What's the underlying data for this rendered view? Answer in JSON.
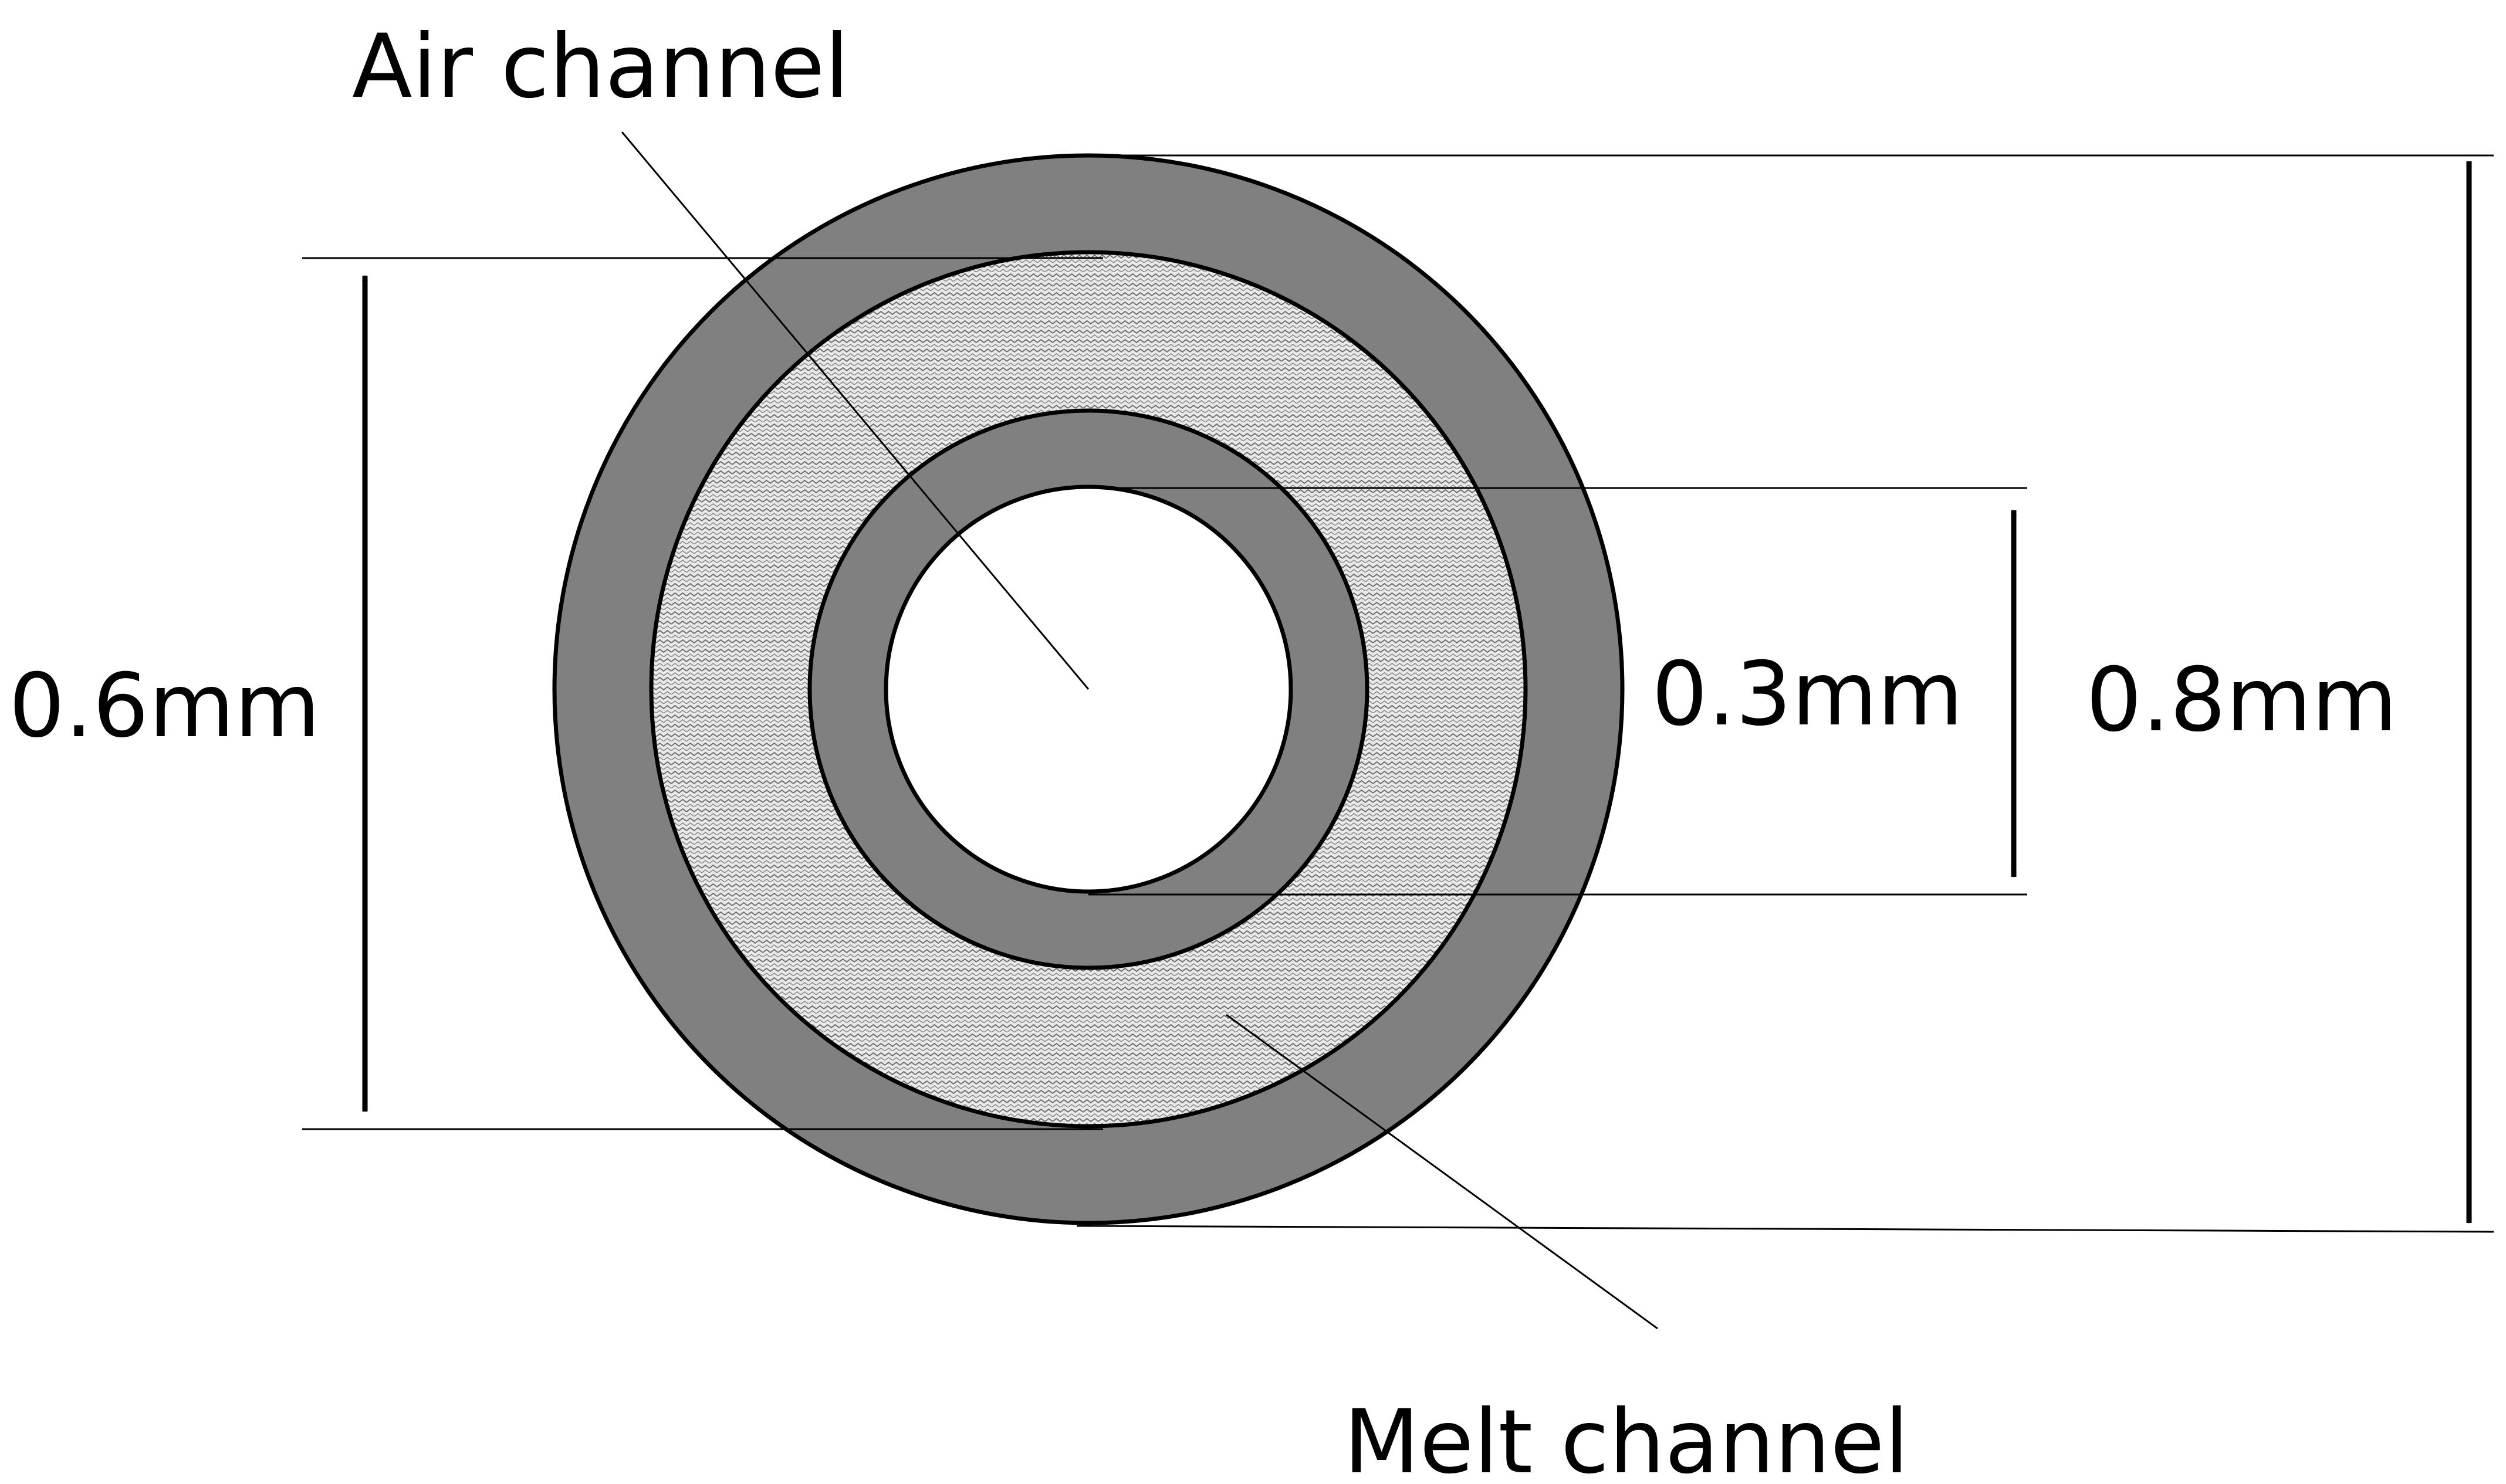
{
  "labels": {
    "air_channel": "Air channel",
    "melt_channel": "Melt channel",
    "dim_melt_diameter": "0.6mm",
    "dim_air_diameter": "0.3mm",
    "dim_outer_diameter": "0.8mm"
  },
  "colors": {
    "background": "#ffffff",
    "wall": "#808080",
    "melt_fill": "#e6e6e6",
    "air_fill": "#ffffff",
    "stroke": "#000000"
  }
}
